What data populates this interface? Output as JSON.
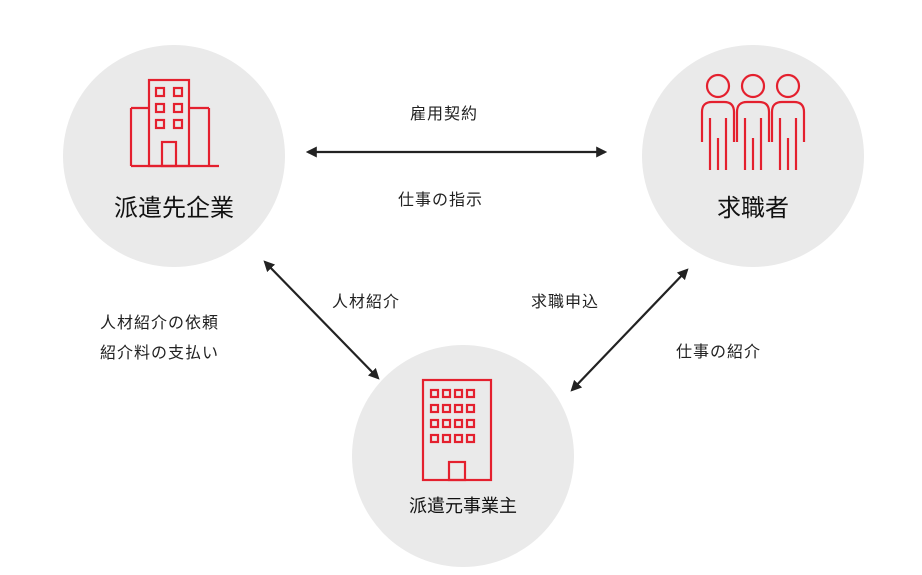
{
  "nodes": {
    "client": {
      "label": "派遣先企業",
      "icon": "office-building-icon"
    },
    "seeker": {
      "label": "求職者",
      "icon": "group-of-people-icon"
    },
    "agency": {
      "label": "派遣元事業主",
      "icon": "tall-office-building-icon"
    }
  },
  "edges": {
    "client_seeker": {
      "labels": [
        "雇用契約",
        "仕事の指示"
      ]
    },
    "client_agency": {
      "labels": [
        "人材紹介",
        "人材紹介の依頼",
        "紹介料の支払い"
      ]
    },
    "seeker_agency": {
      "labels": [
        "求職申込",
        "仕事の紹介"
      ]
    }
  },
  "colors": {
    "accent": "#e4202e",
    "circle": "#eaeaea",
    "arrow": "#222222"
  }
}
